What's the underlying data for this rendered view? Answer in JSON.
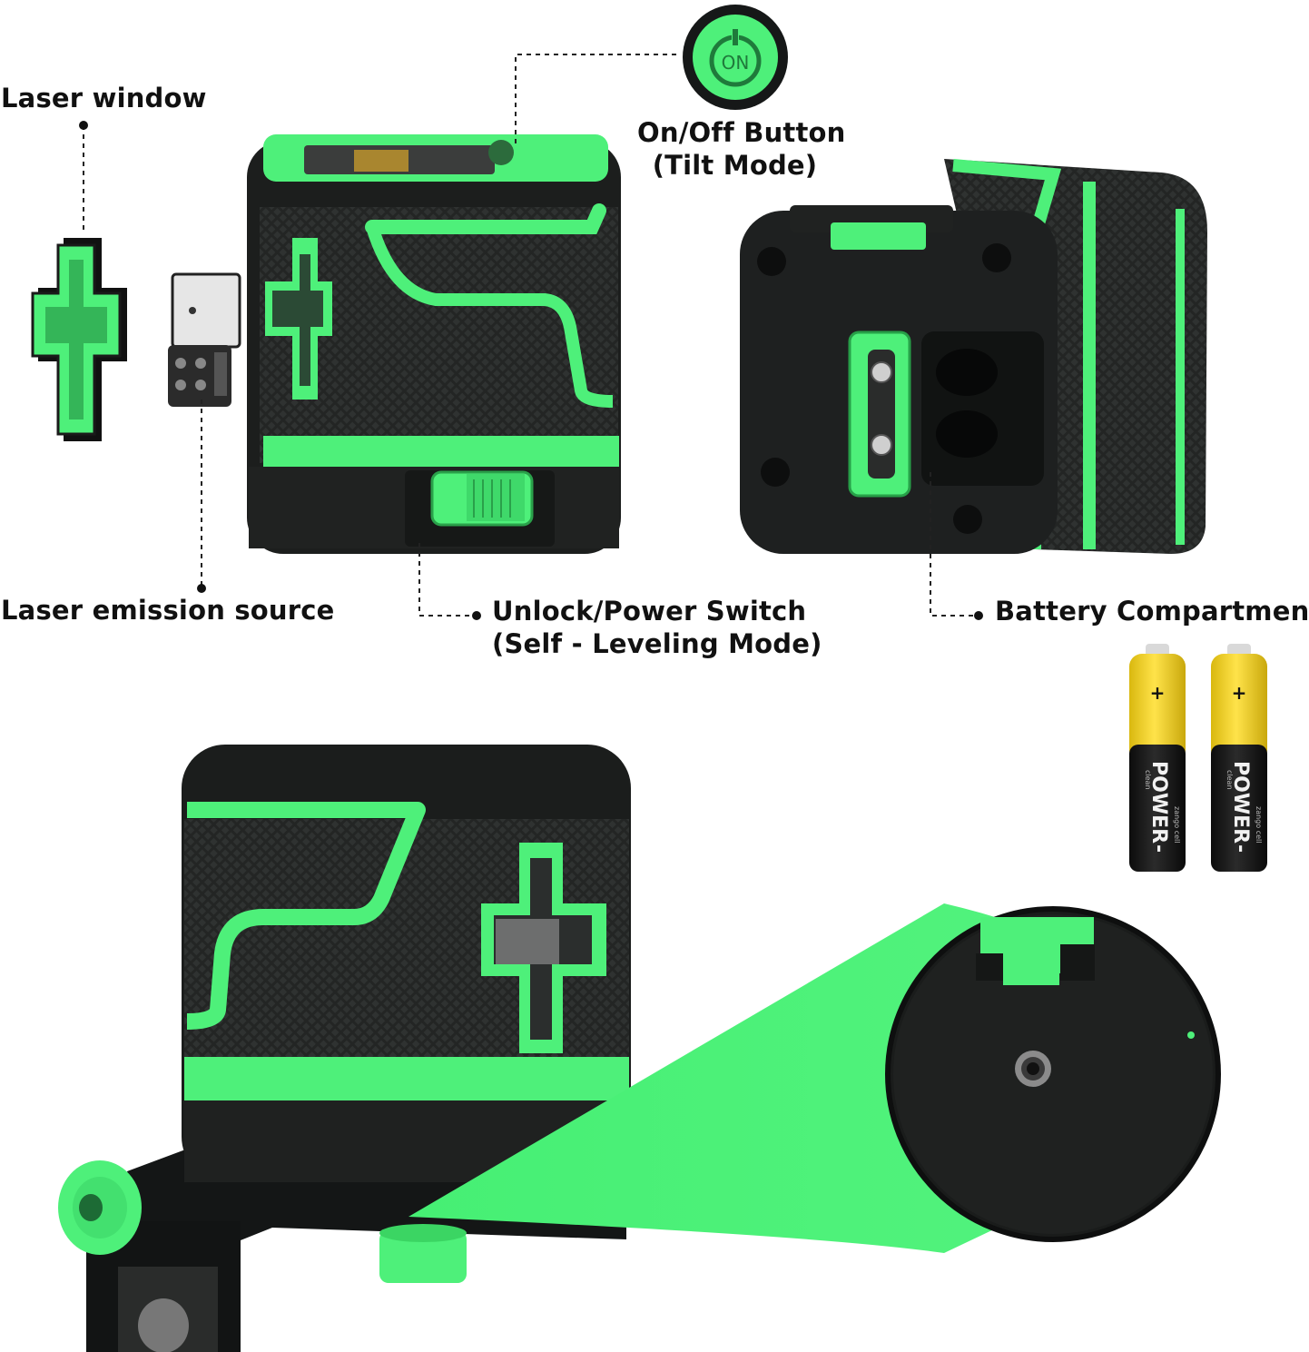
{
  "callouts": {
    "laser_window": "Laser window",
    "laser_emission_source": "Laser emission source",
    "power_button": {
      "line1": "On/Off Button",
      "line2": "(Tilt Mode)",
      "icon_text": "ON"
    },
    "unlock_switch": {
      "line1": "Unlock/Power Switch",
      "line2": "(Self - Leveling Mode)"
    },
    "battery_compartment": "Battery Compartment"
  },
  "batteries": {
    "brand": "POWER",
    "small_top": "clean",
    "small_bottom": "zango cell",
    "plus_sign": "+",
    "minus_sign": "-"
  },
  "colors": {
    "accent_green": "#4ef07a",
    "dark_body": "#1d1f1e",
    "battery_yellow": "#f2d21b"
  }
}
